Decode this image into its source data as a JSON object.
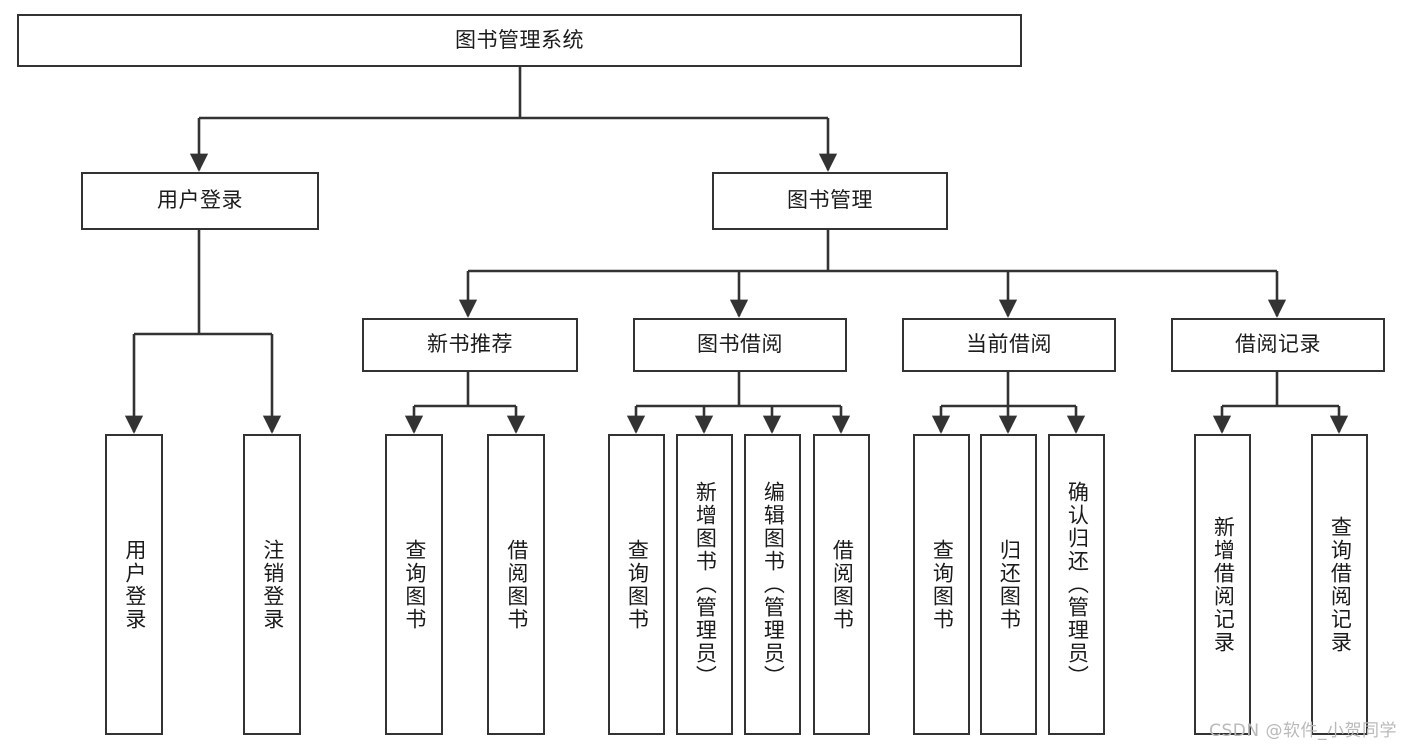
{
  "diagram": {
    "title": "图书管理系统",
    "type": "functional-hierarchy-tree",
    "watermark": "CSDN @软件_小贺同学",
    "colors": {
      "border": "#333333",
      "text": "#1b1b1b",
      "background": "#ffffff",
      "watermark": "#b9b9b9"
    },
    "levels": {
      "root": {
        "label": "图书管理系统"
      },
      "level2": [
        {
          "label": "用户登录"
        },
        {
          "label": "图书管理"
        }
      ],
      "level3": [
        {
          "label": "新书推荐"
        },
        {
          "label": "图书借阅"
        },
        {
          "label": "当前借阅"
        },
        {
          "label": "借阅记录"
        }
      ],
      "leaves": {
        "user_login": [
          {
            "label": "用户登录"
          },
          {
            "label": "注销登录"
          }
        ],
        "new_book_recommend": [
          {
            "label": "查询图书"
          },
          {
            "label": "借阅图书"
          }
        ],
        "book_borrow": [
          {
            "label": "查询图书"
          },
          {
            "label": "新增图书（管理员）"
          },
          {
            "label": "编辑图书（管理员）"
          },
          {
            "label": "借阅图书"
          }
        ],
        "current_borrow": [
          {
            "label": "查询图书"
          },
          {
            "label": "归还图书"
          },
          {
            "label": "确认归还（管理员）"
          }
        ],
        "borrow_record": [
          {
            "label": "新增借阅记录"
          },
          {
            "label": "查询借阅记录"
          }
        ]
      }
    }
  }
}
